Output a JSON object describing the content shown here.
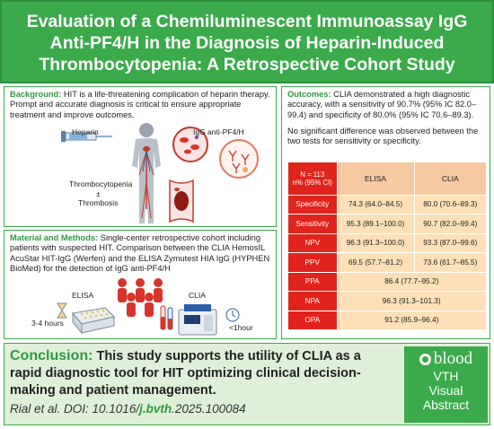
{
  "header": {
    "title_lines": [
      "Evaluation of a Chemiluminescent Immunoassay IgG",
      "Anti-PF4/H in the Diagnosis of Heparin-Induced",
      "Thrombocytopenia: A Retrospective Cohort Study"
    ]
  },
  "background": {
    "heading": "Background:",
    "text": " HIT is a life-threatening complication of heparin therapy. Prompt and accurate diagnosis is critical to ensure appropriate treatment and improve outcomes.",
    "labels": {
      "heparin": "Heparin",
      "igg": "IgG anti-PF4/H",
      "thrombocytopenia": "Thrombocytopenia",
      "plusminus": "±",
      "thrombosis": "Thrombosis"
    }
  },
  "methods": {
    "heading": "Material and Methods:",
    "text": " Single-center retrospective cohort including patients with suspected HIT. Comparison between the CLIA HemosIL AcuStar HIT-IgG (Werfen) and the ELISA Zymutest HIA IgG (HYPHEN BioMed) for the detection of IgG anti-PF4/H",
    "labels": {
      "elisa": "ELISA",
      "clia": "CLIA",
      "elisa_time": "3-4 hours",
      "clia_time": "<1hour"
    }
  },
  "outcomes": {
    "heading": "Outcomes:",
    "text": " CLIA demonstrated a high diagnostic accuracy, with a sensitivity of 90.7% (95% IC 82.0–99.4) and specificity of 80.0% (95% IC 70.6–89.3).",
    "text2": "No significant difference was observed between the two tests for sensitivity or specificity.",
    "table": {
      "corner_line1": "N = 113",
      "corner_line2": "n% (95% CI)",
      "col1": "ELISA",
      "col2": "CLIA",
      "rows": [
        {
          "label": "Specificity",
          "elisa": "74.3 (64.0–84.5)",
          "clia": "80.0 (70.6–89.3)"
        },
        {
          "label": "Sensitivity",
          "elisa": "95.3 (89.1–100.0)",
          "clia": "90.7 (82.0–99.4)"
        },
        {
          "label": "NPV",
          "elisa": "96.3 (91.3–100.0)",
          "clia": "93.3 (87.0–99.6)"
        },
        {
          "label": "PPV",
          "elisa": "69.5 (57.7–81.2)",
          "clia": "73.6 (61.7–85.5)"
        }
      ],
      "merged_rows": [
        {
          "label": "PPA",
          "value": "86.4 (77.7–95.2)"
        },
        {
          "label": "NPA",
          "value": "96.3 (91.3–101.3)"
        },
        {
          "label": "OPA",
          "value": "91.2 (85.9–96.4)"
        }
      ]
    }
  },
  "conclusion": {
    "lead": "Conclusion:",
    "text": " This study supports the utility of CLIA as a rapid diagnostic tool for HIT optimizing clinical decision-making and patient management.",
    "cite_prefix": "Rial et al. DOI: 10.1016/",
    "cite_bold": "j.bvth",
    "cite_suffix": ".2025.100084"
  },
  "badge": {
    "logo": "blood",
    "line1": "VTH",
    "line2": "Visual",
    "line3": "Abstract"
  },
  "colors": {
    "brand_green": "#3aaa4a",
    "table_red": "#e0241c",
    "table_cell": "#fde0b8"
  }
}
